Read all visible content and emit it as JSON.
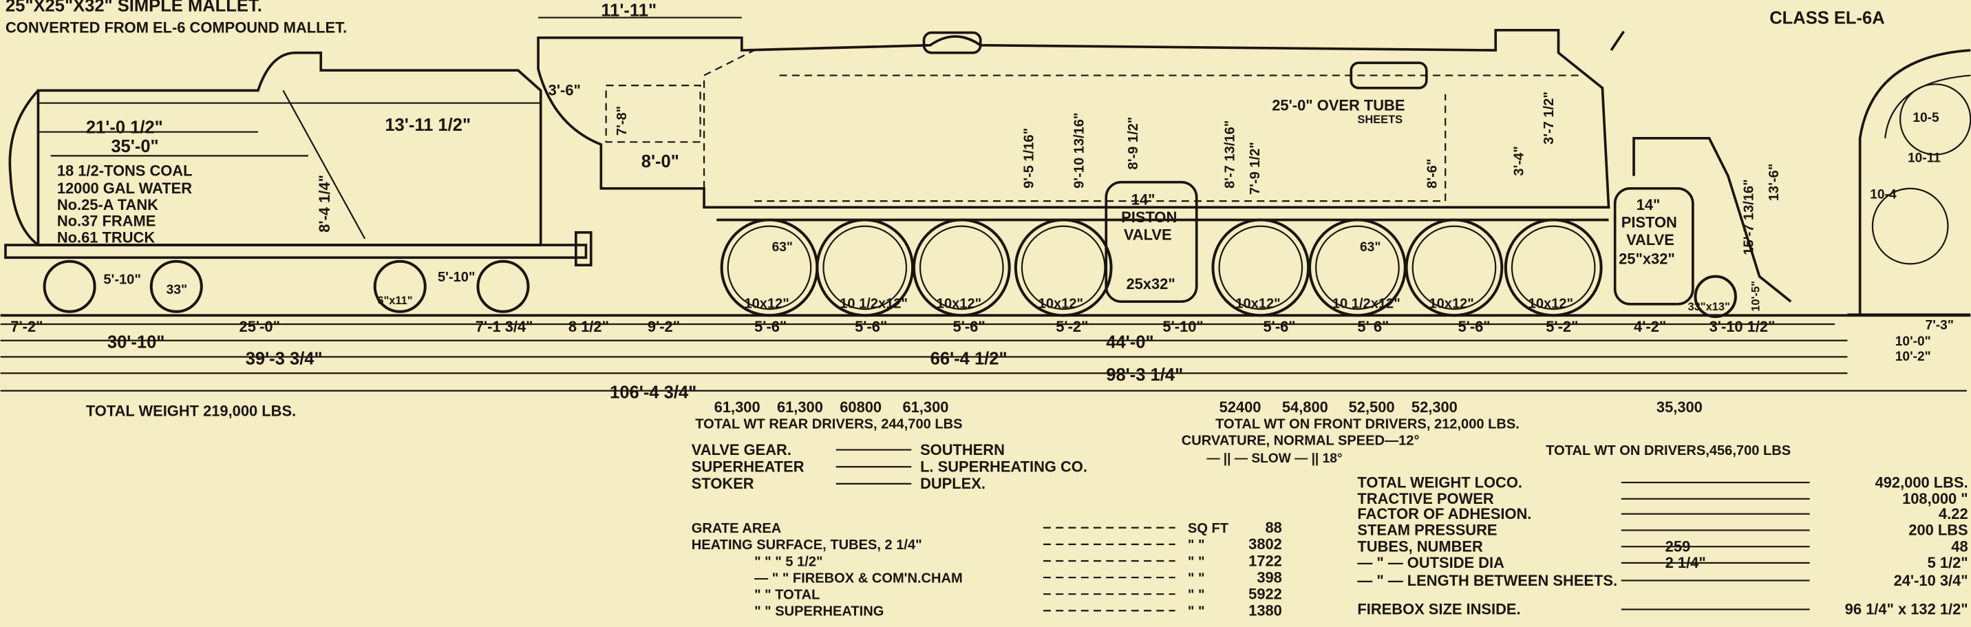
{
  "title": {
    "line1": "25\"X25\"X32\" SIMPLE MALLET.",
    "line2": "CONVERTED FROM EL-6 COMPOUND MALLET.",
    "class": "CLASS EL-6A"
  },
  "tender": {
    "dims": [
      "21'-0 1/2\"",
      "35'-0\"",
      "13'-11 1/2\"",
      "8'-4 1/4\""
    ],
    "specs": [
      "18 1/2-TONS COAL",
      "12000 GAL WATER",
      "No.25-A TANK",
      "No.37 FRAME",
      "No.61 TRUCK"
    ],
    "wheel_dims": [
      "5'-10\"",
      "33\"",
      "6\"x11\"",
      "5'-10\""
    ],
    "total_weight": "TOTAL WEIGHT 219,000 LBS."
  },
  "engine": {
    "top_dims": [
      "11'-11\"",
      "3'-6\"",
      "7'-8\"",
      "8'-0\"",
      "25'-0\" OVER TUBE",
      "SHEETS"
    ],
    "vertical_dims": [
      "9'-5 1/16\"",
      "9'-10 13/16\"",
      "8'-9 1/2\"",
      "8'-7 13/16\"",
      "7'-9 1/2\"",
      "8'-6\"",
      "3'-4\"",
      "3'-7 1/2\"",
      "13'-6\"",
      "15'-7 13/16\"",
      "10'-5\""
    ],
    "rear_cylinder": [
      "14\"",
      "PISTON",
      "VALVE",
      "25x32\""
    ],
    "front_cylinder": [
      "14\"",
      "PISTON",
      "VALVE",
      "25\"x32\""
    ],
    "driver_labels": [
      "10x12\"",
      "10 1/2x12\"",
      "10x12\"",
      "10x12\"",
      "10x12\"",
      "10 1/2x12\"",
      "10x12\"",
      "10x12\""
    ],
    "driver_diameter": "63\"",
    "truck_label": "33\"x13\""
  },
  "front_view": {
    "dims": [
      "10-5",
      "10-11",
      "10-4",
      "7'-3\"",
      "10'-0\"",
      "10'-2\""
    ]
  },
  "dimensions": {
    "row1": [
      "7'-2\"",
      "25'-0\"",
      "7'-1 3/4\"",
      "8 1/2\"",
      "9'-2\"",
      "5'-6\"",
      "5'-6\"",
      "5'-6\"",
      "5'-2\"",
      "5'-10\"",
      "5'-6\"",
      "5' 6\"",
      "5'-6\"",
      "5'-2\"",
      "4'-2\"",
      "3'-10 1/2\""
    ],
    "row2": [
      "30'-10\"",
      "44'-0\""
    ],
    "row3": [
      "39'-3 3/4\"",
      "66'-4 1/2\""
    ],
    "row4": [
      "98'-3 1/4\""
    ],
    "row5": [
      "106'-4 3/4\""
    ]
  },
  "weights": {
    "rear_axles": [
      "61,300",
      "61,300",
      "60800",
      "61,300"
    ],
    "rear_total": "TOTAL WT REAR DRIVERS, 244,700 LBS",
    "front_axles": [
      "52400",
      "54,800",
      "52,500",
      "52,300"
    ],
    "truck": "35,300",
    "front_total": "TOTAL WT ON FRONT DRIVERS, 212,000 LBS.",
    "drivers_total": "TOTAL WT ON DRIVERS,456,700 LBS"
  },
  "curvature": {
    "normal": "CURVATURE, NORMAL SPEED—12°",
    "slow": "— || — SLOW — || 18°"
  },
  "equipment": [
    {
      "label": "VALVE GEAR.",
      "value": "SOUTHERN"
    },
    {
      "label": "SUPERHEATER",
      "value": "L. SUPERHEATING CO."
    },
    {
      "label": "STOKER",
      "value": "DUPLEX."
    }
  ],
  "heating": [
    {
      "label": "GRATE AREA",
      "unit": "SQ FT",
      "value": "88"
    },
    {
      "label": "HEATING SURFACE, TUBES, 2 1/4\"",
      "unit": "\" \"",
      "value": "3802"
    },
    {
      "label": "\" \" \" 5 1/2\"",
      "unit": "\" \"",
      "value": "1722"
    },
    {
      "label": "— \" \" FIREBOX & COM'N.CHAM",
      "unit": "\" \"",
      "value": "398"
    },
    {
      "label": "\" \" TOTAL",
      "unit": "\" \"",
      "value": "5922"
    },
    {
      "label": "\" \" SUPERHEATING",
      "unit": "\" \"",
      "value": "1380"
    }
  ],
  "specs": [
    {
      "label": "TOTAL WEIGHT LOCO.",
      "mid": "",
      "value": "492,000 LBS."
    },
    {
      "label": "TRACTIVE POWER",
      "mid": "",
      "value": "108,000 \""
    },
    {
      "label": "FACTOR OF ADHESION.",
      "mid": "",
      "value": "4.22"
    },
    {
      "label": "STEAM PRESSURE",
      "mid": "",
      "value": "200 LBS"
    },
    {
      "label": "TUBES, NUMBER",
      "mid": "259",
      "value": "48"
    },
    {
      "label": "— \" — OUTSIDE DIA",
      "mid": "2 1/4\"",
      "value": "5 1/2\""
    },
    {
      "label": "— \" — LENGTH BETWEEN SHEETS.",
      "mid": "",
      "value": "24'-10 3/4\""
    },
    {
      "label": "FIREBOX SIZE INSIDE.",
      "mid": "",
      "value": "96 1/4\" x 132 1/2\""
    }
  ],
  "colors": {
    "paper": "#f5edc3",
    "ink": "#1a1510"
  }
}
